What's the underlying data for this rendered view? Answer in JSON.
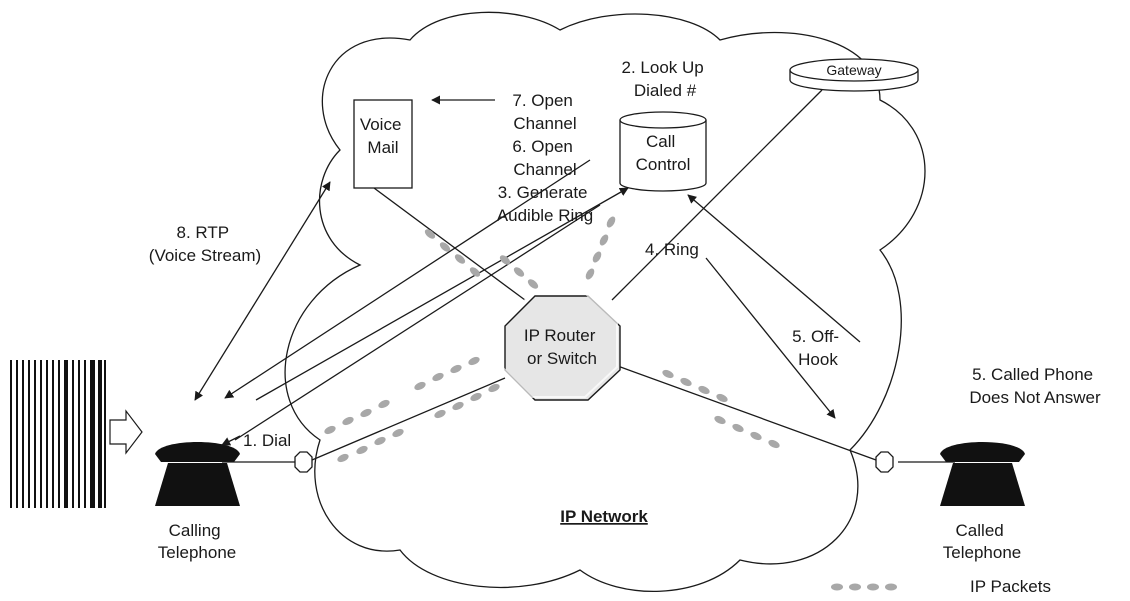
{
  "labels": {
    "voice_mail": [
      "Voice",
      "Mail"
    ],
    "call_control": [
      "Call",
      "Control"
    ],
    "gateway": "Gateway",
    "router": [
      "IP Router",
      "or Switch"
    ],
    "network": "IP Network",
    "calling_telephone": [
      "Calling",
      "Telephone"
    ],
    "called_telephone": [
      "Called",
      "Telephone"
    ],
    "legend_packets": "IP Packets"
  },
  "steps": {
    "dial": "1. Dial",
    "lookup": [
      "2. Look Up",
      "Dialed #"
    ],
    "generate": [
      "3. Generate",
      "Audible Ring"
    ],
    "ring": "4. Ring",
    "offhook": [
      "5. Off-",
      "Hook"
    ],
    "no_answer": [
      "5. Called Phone",
      "Does Not Answer"
    ],
    "open6": [
      "6. Open",
      "Channel"
    ],
    "open7": [
      "7. Open",
      "Channel"
    ],
    "rtp": [
      "8. RTP",
      "(Voice Stream)"
    ]
  },
  "colors": {
    "line": "#1a1a1a",
    "packet": "#a8a8a8",
    "router_fill": "#e6e6e6"
  }
}
